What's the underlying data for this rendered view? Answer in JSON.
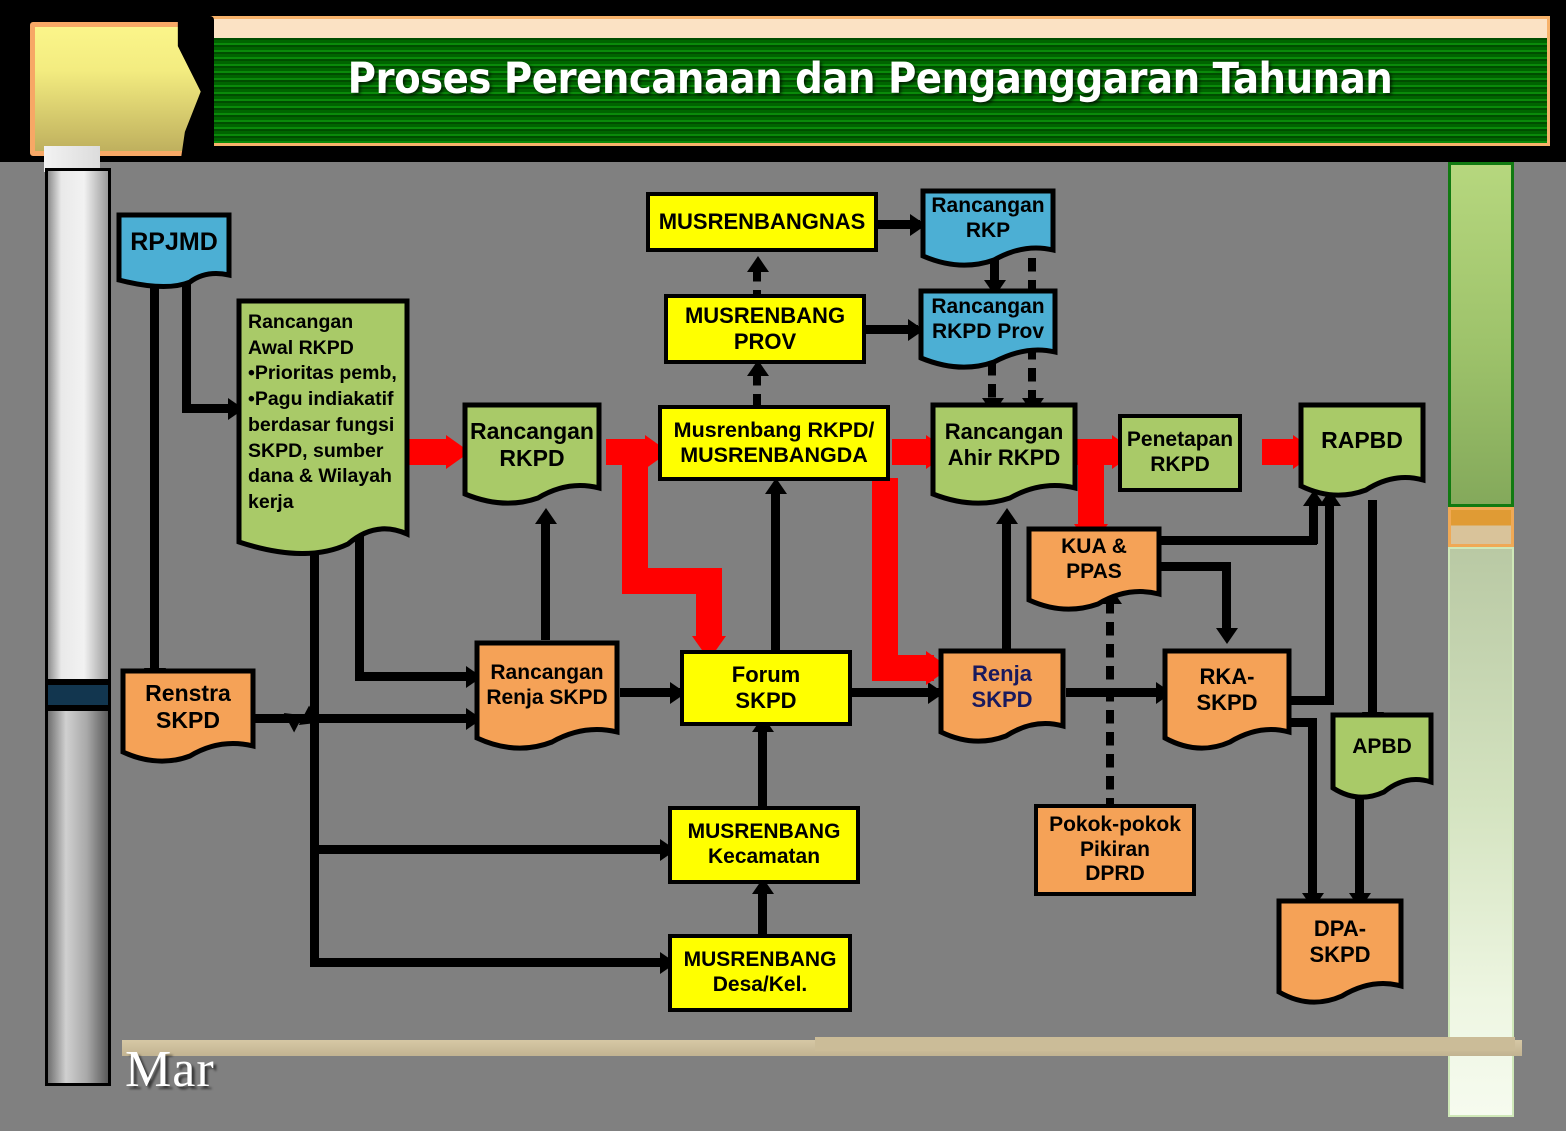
{
  "header": {
    "title": "Proses Perencanaan dan Penganggaran Tahunan"
  },
  "footer": {
    "label": "Mar"
  },
  "colors": {
    "canvas": "#808080",
    "yellow": "#ffff00",
    "blue": "#4cafd4",
    "green": "#a9ca68",
    "orange": "#f5a257",
    "red_arrow": "#ff0000",
    "header_green": "#006400",
    "header_border": "#f7b26a"
  },
  "diagram": {
    "type": "flowchart",
    "title": "Proses Perencanaan dan Penganggaran Tahunan",
    "nodes": [
      {
        "id": "rpjmd",
        "label": "RPJMD",
        "color": "blue",
        "shape": "document"
      },
      {
        "id": "rancangan-awal",
        "label": "Rancangan\nAwal RKPD",
        "color": "green",
        "shape": "document",
        "bullets": [
          "•Prioritas pemb,",
          "•Pagu indiakatif",
          "berdasar fungsi",
          "SKPD, sumber",
          "dana & Wilayah",
          "kerja"
        ]
      },
      {
        "id": "renstra-skpd",
        "label": "Renstra\nSKPD",
        "color": "orange",
        "shape": "document"
      },
      {
        "id": "rancangan-rkpd",
        "label": "Rancangan\nRKPD",
        "color": "green",
        "shape": "document"
      },
      {
        "id": "musrenbangnas",
        "label": "MUSRENBANGNAS",
        "color": "yellow",
        "shape": "rect"
      },
      {
        "id": "rancangan-rkp",
        "label": "Rancangan\nRKP",
        "color": "blue",
        "shape": "document"
      },
      {
        "id": "musrenbang-prov",
        "label": "MUSRENBANG\nPROV",
        "color": "yellow",
        "shape": "rect"
      },
      {
        "id": "rancangan-rkpd-prov",
        "label": "Rancangan\nRKPD Prov",
        "color": "blue",
        "shape": "document"
      },
      {
        "id": "musrenbang-rkpd",
        "label": "Musrenbang RKPD/\nMUSRENBANGDA",
        "color": "yellow",
        "shape": "rect"
      },
      {
        "id": "rancangan-ahir",
        "label": "Rancangan\nAhir RKPD",
        "color": "green",
        "shape": "document"
      },
      {
        "id": "penetapan-rkpd",
        "label": "Penetapan\nRKPD",
        "color": "green",
        "shape": "rect"
      },
      {
        "id": "rapbd",
        "label": "RAPBD",
        "color": "green",
        "shape": "document"
      },
      {
        "id": "kua-ppas",
        "label": "KUA &\nPPAS",
        "color": "orange",
        "shape": "document"
      },
      {
        "id": "rancangan-renja",
        "label": "Rancangan\nRenja SKPD",
        "color": "orange",
        "shape": "document"
      },
      {
        "id": "forum-skpd",
        "label": "Forum\nSKPD",
        "color": "yellow",
        "shape": "rect"
      },
      {
        "id": "renja-skpd",
        "label": "Renja\nSKPD",
        "color": "orange",
        "shape": "document"
      },
      {
        "id": "rka-skpd",
        "label": "RKA-\nSKPD",
        "color": "orange",
        "shape": "document"
      },
      {
        "id": "apbd",
        "label": "APBD",
        "color": "green",
        "shape": "document"
      },
      {
        "id": "musrenbang-kec",
        "label": "MUSRENBANG\nKecamatan",
        "color": "yellow",
        "shape": "rect"
      },
      {
        "id": "musrenbang-desa",
        "label": "MUSRENBANG\nDesa/Kel.",
        "color": "yellow",
        "shape": "rect"
      },
      {
        "id": "pokok-pokok",
        "label": "Pokok-pokok\nPikiran\nDPRD",
        "color": "orange",
        "shape": "rect"
      },
      {
        "id": "dpa-skpd",
        "label": "DPA-\nSKPD",
        "color": "orange",
        "shape": "document"
      }
    ],
    "edges": [
      {
        "from": "rpjmd",
        "to": "rancangan-awal",
        "style": "solid"
      },
      {
        "from": "rpjmd",
        "to": "renstra-skpd",
        "style": "solid"
      },
      {
        "from": "rancangan-awal",
        "to": "rancangan-rkpd",
        "style": "red"
      },
      {
        "from": "rancangan-rkpd",
        "to": "musrenbang-rkpd",
        "style": "red"
      },
      {
        "from": "musrenbang-rkpd",
        "to": "rancangan-ahir",
        "style": "red"
      },
      {
        "from": "rancangan-ahir",
        "to": "penetapan-rkpd",
        "style": "red"
      },
      {
        "from": "penetapan-rkpd",
        "to": "rapbd",
        "style": "red"
      },
      {
        "from": "rancangan-ahir",
        "to": "kua-ppas",
        "style": "red"
      },
      {
        "from": "musrenbang-rkpd",
        "to": "forum-skpd",
        "style": "red"
      },
      {
        "from": "musrenbang-rkpd",
        "to": "renja-skpd",
        "style": "red"
      },
      {
        "from": "musrenbangnas",
        "to": "rancangan-rkp",
        "style": "solid"
      },
      {
        "from": "musrenbang-prov",
        "to": "musrenbangnas",
        "style": "dashed"
      },
      {
        "from": "musrenbang-prov",
        "to": "rancangan-rkpd-prov",
        "style": "solid"
      },
      {
        "from": "rancangan-rkp",
        "to": "rancangan-rkpd-prov",
        "style": "solid"
      },
      {
        "from": "rancangan-rkp",
        "to": "rancangan-ahir",
        "style": "dashed"
      },
      {
        "from": "rancangan-rkpd-prov",
        "to": "rancangan-ahir",
        "style": "dashed"
      },
      {
        "from": "musrenbang-rkpd",
        "to": "musrenbang-prov",
        "style": "dashed"
      },
      {
        "from": "renstra-skpd",
        "to": "rancangan-renja",
        "style": "solid"
      },
      {
        "from": "rancangan-awal",
        "to": "rancangan-renja",
        "style": "solid"
      },
      {
        "from": "rancangan-renja",
        "to": "forum-skpd",
        "style": "solid"
      },
      {
        "from": "forum-skpd",
        "to": "musrenbang-rkpd",
        "style": "solid"
      },
      {
        "from": "forum-skpd",
        "to": "renja-skpd",
        "style": "solid"
      },
      {
        "from": "renja-skpd",
        "to": "rancangan-ahir",
        "style": "solid"
      },
      {
        "from": "renja-skpd",
        "to": "rka-skpd",
        "style": "solid"
      },
      {
        "from": "kua-ppas",
        "to": "rapbd",
        "style": "solid"
      },
      {
        "from": "kua-ppas",
        "to": "rka-skpd",
        "style": "solid"
      },
      {
        "from": "rka-skpd",
        "to": "rapbd",
        "style": "solid"
      },
      {
        "from": "rapbd",
        "to": "apbd",
        "style": "solid"
      },
      {
        "from": "apbd",
        "to": "dpa-skpd",
        "style": "solid"
      },
      {
        "from": "rka-skpd",
        "to": "dpa-skpd",
        "style": "solid"
      },
      {
        "from": "pokok-pokok",
        "to": "kua-ppas",
        "style": "dashed"
      },
      {
        "from": "musrenbang-desa",
        "to": "musrenbang-kec",
        "style": "solid"
      },
      {
        "from": "musrenbang-kec",
        "to": "forum-skpd",
        "style": "solid"
      },
      {
        "from": "renstra-skpd",
        "to": "musrenbang-kec",
        "style": "solid"
      },
      {
        "from": "renstra-skpd",
        "to": "musrenbang-desa",
        "style": "solid"
      }
    ]
  }
}
